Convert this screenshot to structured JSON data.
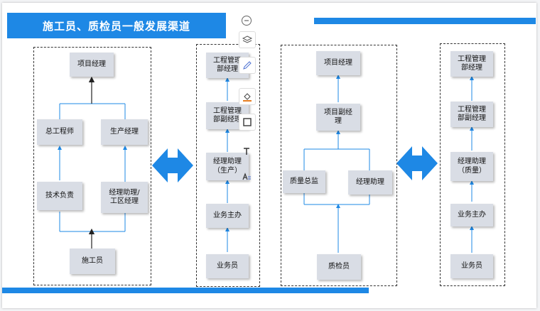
{
  "title": "施工员、质检员一般发展渠道",
  "colors": {
    "accent": "#1e88e5",
    "arrow": "#1e88e5",
    "node": "#d9dde5"
  },
  "panel1": {
    "top": "项目经理",
    "left1": "总工程师",
    "right1": "生产经理",
    "left2": "技术负责",
    "right2": "经理助理/\n工区经理",
    "bottom": "施工员"
  },
  "panel2": {
    "n1": "工程管理\n部经理",
    "n2": "工程管理\n部副经理",
    "n3": "经理助理\n（生产）",
    "n4": "业务主办",
    "n5": "业务员"
  },
  "panel3": {
    "top": "项目经理",
    "mid": "项目副经\n理",
    "left": "质量总监",
    "right": "经理助理",
    "bottom": "质检员"
  },
  "panel4": {
    "n1": "工程管理\n部经理",
    "n2": "工程管理\n部副经理",
    "n3": "经理助理\n（质量）",
    "n4": "业务主办",
    "n5": "业务员"
  },
  "toolbar": {
    "items": [
      "minus-circle-icon",
      "layers-icon",
      "pen-icon",
      "fill-icon",
      "border-icon",
      "text-icon",
      "text-style-icon"
    ]
  }
}
